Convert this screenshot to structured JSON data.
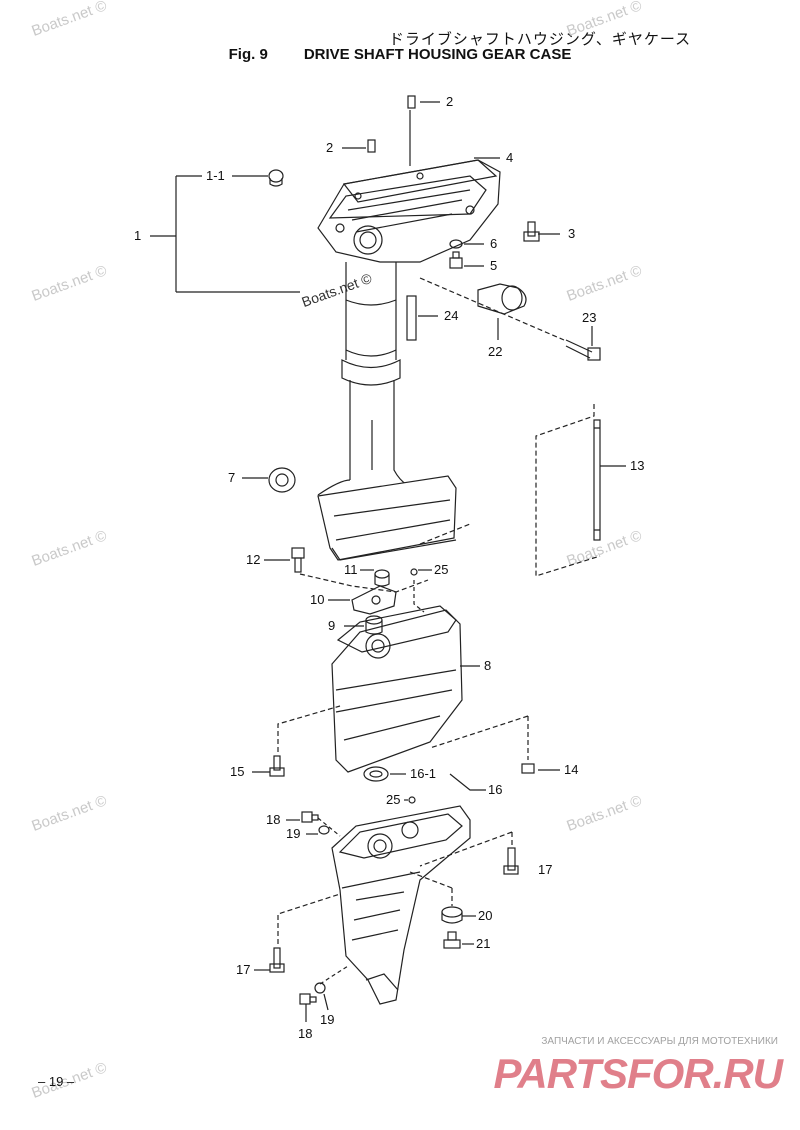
{
  "header": {
    "jp_title": "ドライブシャフトハウジング、ギヤケース",
    "fig_label": "Fig. 9",
    "fig_title": "DRIVE SHAFT HOUSING GEAR CASE"
  },
  "callouts": {
    "c2a": "2",
    "c2b": "2",
    "c4": "4",
    "c1_1": "1-1",
    "c1": "1",
    "c3": "3",
    "c6": "6",
    "c5": "5",
    "c24": "24",
    "c23": "23",
    "c22": "22",
    "c13": "13",
    "c7": "7",
    "c12": "12",
    "c11": "11",
    "c25a": "25",
    "c10": "10",
    "c9": "9",
    "c8": "8",
    "c15": "15",
    "c14": "14",
    "c16_1": "16-1",
    "c16": "16",
    "c25b": "25",
    "c18a": "18",
    "c19a": "19",
    "c17a": "17",
    "c20": "20",
    "c21": "21",
    "c17b": "17",
    "c18b": "18",
    "c19b": "19"
  },
  "watermark": "Boats.net ©",
  "watermark_center": "Boats.net ©",
  "page_number": "– 19 –",
  "footer": {
    "tagline": "ЗАПЧАСТИ И АКСЕССУАРЫ ДЛЯ МОТОТЕХНИКИ",
    "logo": "PARTSFOR.RU"
  }
}
